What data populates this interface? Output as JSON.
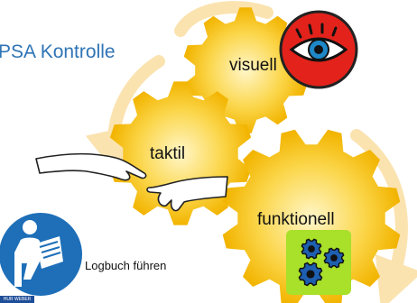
{
  "title": "PSA Kontrolle",
  "steps": [
    {
      "label": "visuell",
      "icon": "eye-icon"
    },
    {
      "label": "taktil",
      "icon": "hands-icon"
    },
    {
      "label": "funktionell",
      "icon": "gears-icon"
    }
  ],
  "logbook": {
    "label": "Logbuch führen",
    "icon": "read-manual-icon"
  },
  "brand": "HUR WEBER",
  "colors": {
    "title": "#2e74b5",
    "gear": "#f5bf00",
    "gear_glow": "#fff2b3",
    "arrow": "#fbe3b0",
    "eye_ring": "#e3231b",
    "gears_bg": "#a8e02a",
    "sign_blue": "#1e6fb8"
  }
}
